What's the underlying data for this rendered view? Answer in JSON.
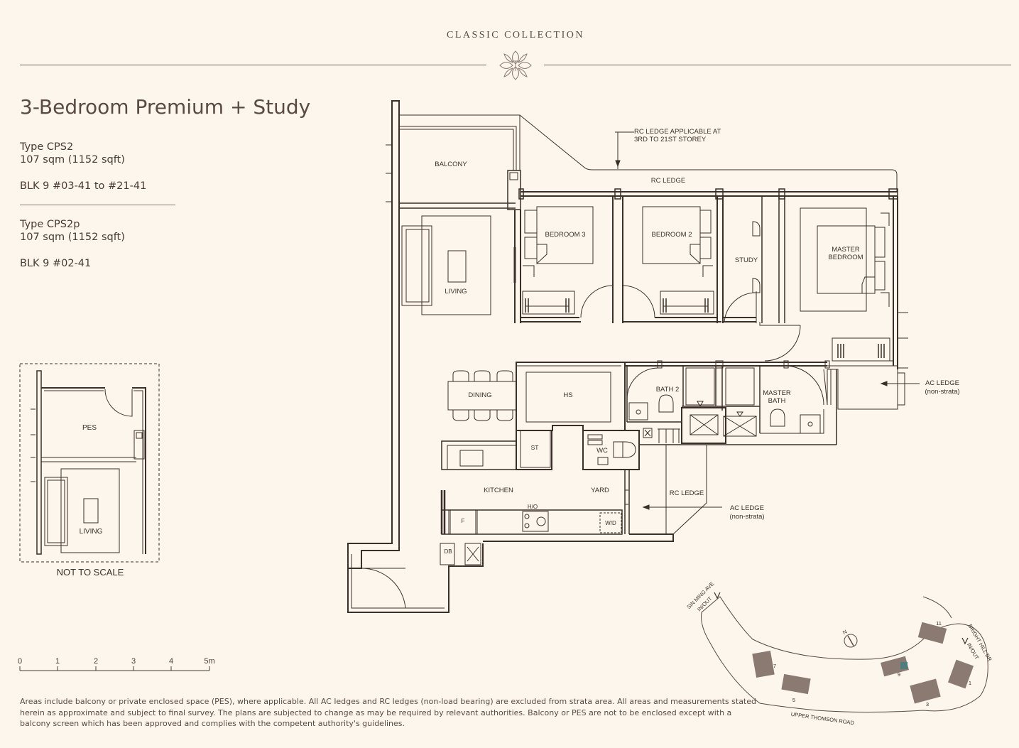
{
  "header": {
    "collection": "CLASSIC COLLECTION"
  },
  "unit": {
    "title": "3-Bedroom Premium + Study",
    "type_a": {
      "type": "Type CPS2",
      "area": "107 sqm (1152 sqft)",
      "units": "BLK 9 #03-41 to #21-41"
    },
    "type_b": {
      "type": "Type CPS2p",
      "area": "107 sqm (1152 sqft)",
      "units": "BLK 9 #02-41"
    }
  },
  "rooms": {
    "balcony": "BALCONY",
    "living": "LIVING",
    "bedroom3": "BEDROOM 3",
    "bedroom2": "BEDROOM 2",
    "study": "STUDY",
    "master_bedroom_1": "MASTER",
    "master_bedroom_2": "BEDROOM",
    "rc_ledge": "RC LEDGE",
    "rc_note_1": "RC LEDGE APPLICABLE AT",
    "rc_note_2": "3RD TO 21ST STOREY",
    "dining": "DINING",
    "hs": "HS",
    "bath2": "BATH 2",
    "master_bath_1": "MASTER",
    "master_bath_2": "BATH",
    "ac_ledge_1": "AC LEDGE",
    "ac_ledge_1b": "(non-strata)",
    "st": "ST",
    "wc": "WC",
    "kitchen": "KITCHEN",
    "yard": "YARD",
    "rc_ledge_2": "RC LEDGE",
    "ac_ledge_2": "AC LEDGE",
    "ac_ledge_2b": "(non-strata)",
    "ho": "H/O",
    "f": "F",
    "wd": "W/D",
    "db": "DB"
  },
  "inset": {
    "pes": "PES",
    "living": "LIVING",
    "not_to_scale": "NOT TO SCALE"
  },
  "scale_bar": {
    "ticks": [
      "0",
      "1",
      "2",
      "3",
      "4",
      "5m"
    ]
  },
  "site": {
    "road_top": "SIN MING AVE",
    "inout_top": "IN/OUT",
    "road_right": "BRIGHT HILL DR",
    "inout_right": "IN/OUT",
    "road_bottom": "UPPER THOMSON ROAD",
    "north": "N",
    "blocks": [
      "1",
      "3",
      "5",
      "7",
      "9",
      "11"
    ]
  },
  "disclaimer": "Areas include balcony or private enclosed space (PES), where applicable. All AC ledges and RC ledges (non-load bearing) are excluded from strata area. All areas and measurements stated herein as approximate and subject to final survey. The plans are subjected to change as may be required by relevant authorities. Balcony or PES are not to be enclosed except with a balcony screen which has been approved and complies with the competent authority's guidelines.",
  "colors": {
    "background": "#fdf6ec",
    "ink": "#3a2f2a",
    "accent": "#5a4a44",
    "highlight": "#4e7d80"
  }
}
